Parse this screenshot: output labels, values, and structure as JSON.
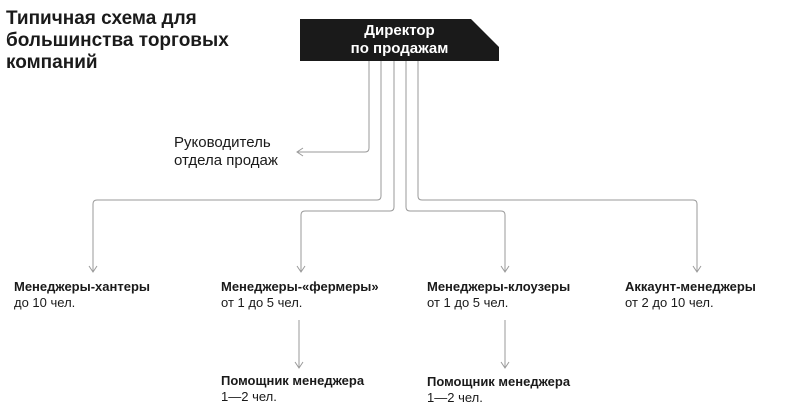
{
  "title": "Типичная схема для большинства торговых компаний",
  "director": {
    "line1": "Директор",
    "line2": "по продажам"
  },
  "head": {
    "line1": "Руководитель",
    "line2": "отдела продаж"
  },
  "roles": [
    {
      "name": "Менеджеры-хантеры",
      "count": "до 10 чел."
    },
    {
      "name": "Менеджеры-«фермеры»",
      "count": "от 1 до 5 чел."
    },
    {
      "name": "Менеджеры-клоузеры",
      "count": "от 1 до 5 чел."
    },
    {
      "name": "Аккаунт-менеджеры",
      "count": "от 2 до 10 чел."
    }
  ],
  "assistants": [
    {
      "name": "Помощник менеджера",
      "count": "1—2 чел."
    },
    {
      "name": "Помощник менеджера",
      "count": "1—2 чел."
    }
  ],
  "colors": {
    "box": "#1a1a1a",
    "line": "#9a9a9a"
  }
}
